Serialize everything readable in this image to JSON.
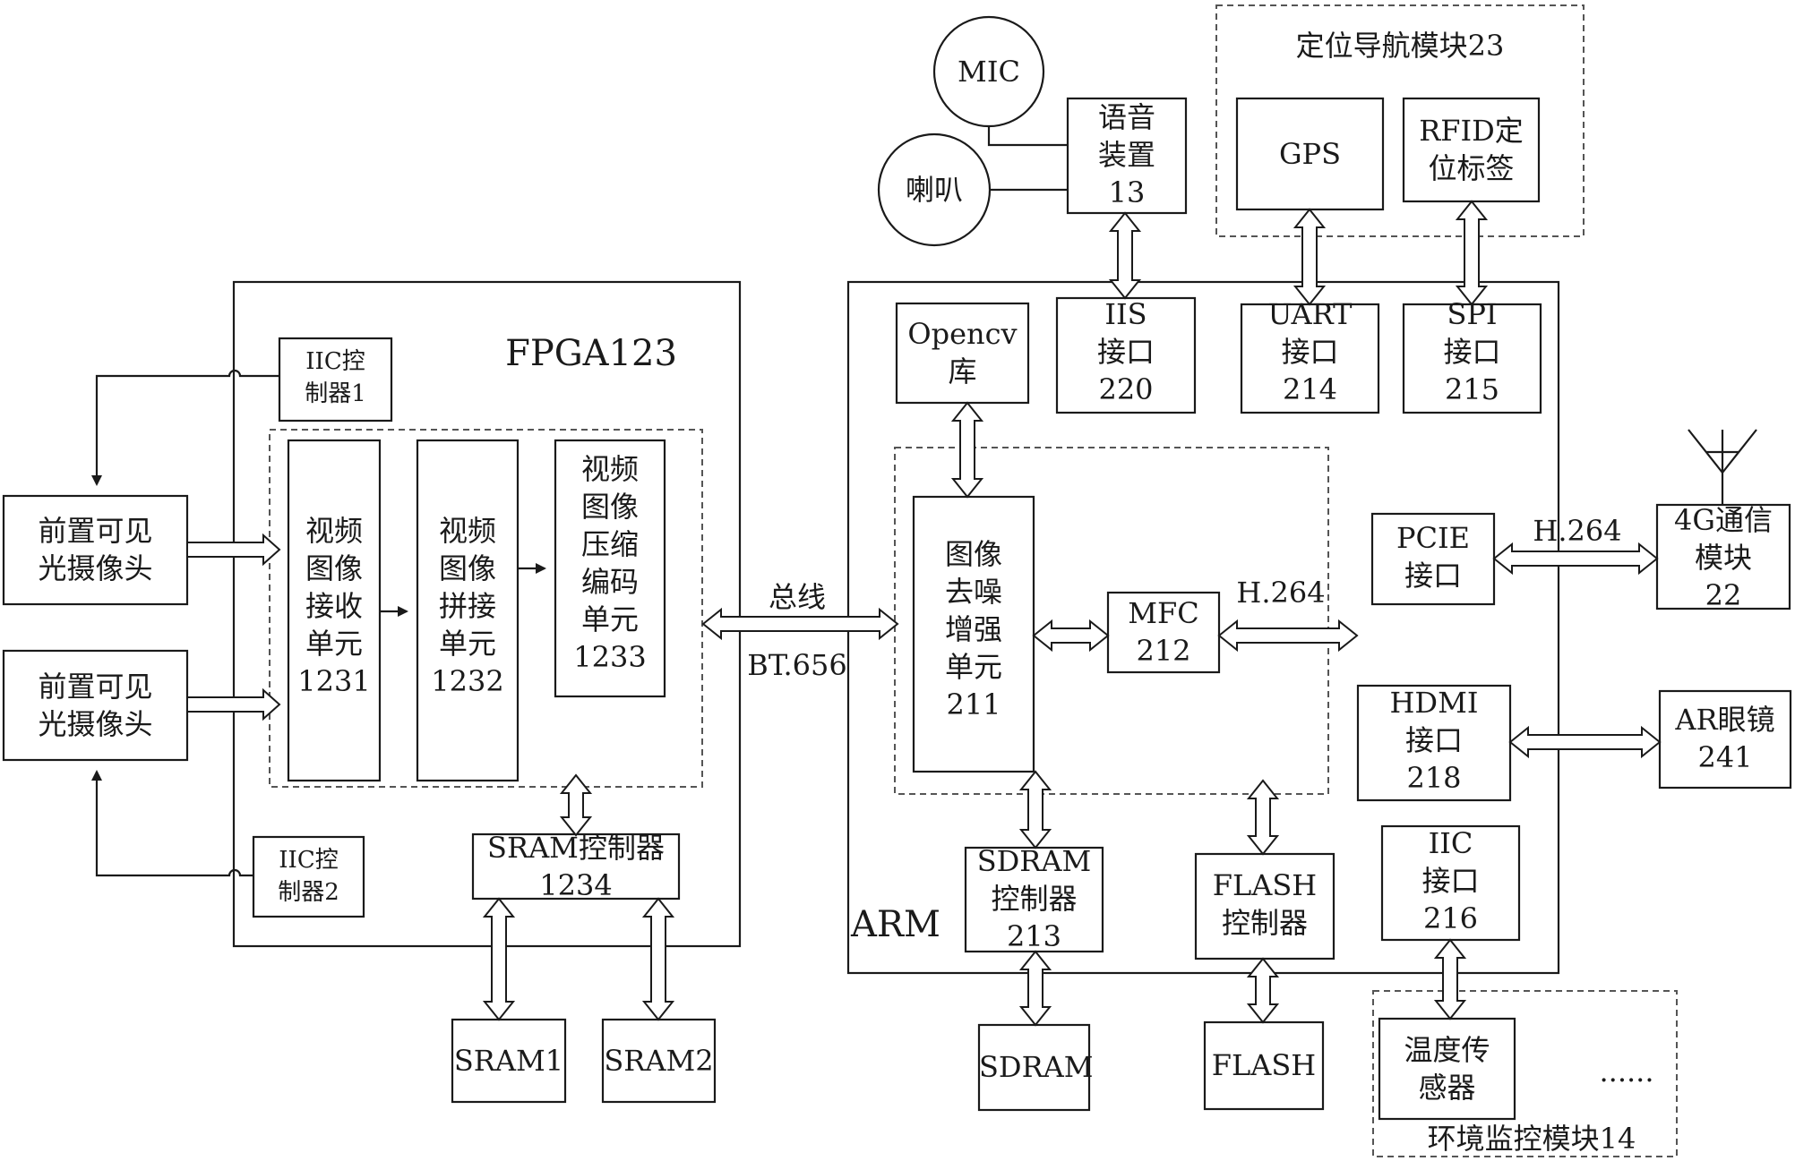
{
  "fpga": {
    "title": "FPGA123"
  },
  "arm": {
    "title": "ARM"
  },
  "cameras": {
    "top": "前置可见\n光摄像头",
    "bottom": "前置可见\n光摄像头"
  },
  "iic": {
    "ctrl1": "IIC控\n制器1",
    "ctrl2": "IIC控\n制器2"
  },
  "fpga_units": {
    "recv": "视频\n图像\n接收\n单元\n1231",
    "stitch": "视频\n图像\n拼接\n单元\n1232",
    "encode": "视频\n图像\n压缩\n编码\n单元\n1233",
    "sram_ctrl": "SRAM控制器\n1234",
    "sram1": "SRAM1",
    "sram2": "SRAM2"
  },
  "bus": {
    "label": "总线",
    "protocol": "BT.656"
  },
  "arm_units": {
    "opencv": "Opencv\n库",
    "denoise": "图像\n去噪\n增强\n单元\n211",
    "mfc": "MFC\n212",
    "mfc_out": "H.264",
    "iis": "IIS\n接口\n220",
    "uart": "UART\n接口\n214",
    "spi": "SPI\n接口\n215",
    "pcie": "PCIE\n接口",
    "hdmi": "HDMI\n接口\n218",
    "iic_if": "IIC\n接口\n216",
    "sdram_ctrl": "SDRAM\n控制器\n213",
    "flash_ctrl": "FLASH\n控制器",
    "sdram": "SDRAM",
    "flash": "FLASH"
  },
  "audio": {
    "mic": "MIC",
    "speaker": "喇叭",
    "voice": "语音\n装置\n13"
  },
  "nav": {
    "title": "定位导航模块23",
    "gps": "GPS",
    "rfid": "RFID定\n位标签"
  },
  "comm": {
    "label": "H.264",
    "module": "4G通信\n模块\n22"
  },
  "ar": {
    "glasses": "AR眼镜\n241"
  },
  "env": {
    "title": "环境监控模块14",
    "temp": "温度传\n感器",
    "more": "......"
  }
}
